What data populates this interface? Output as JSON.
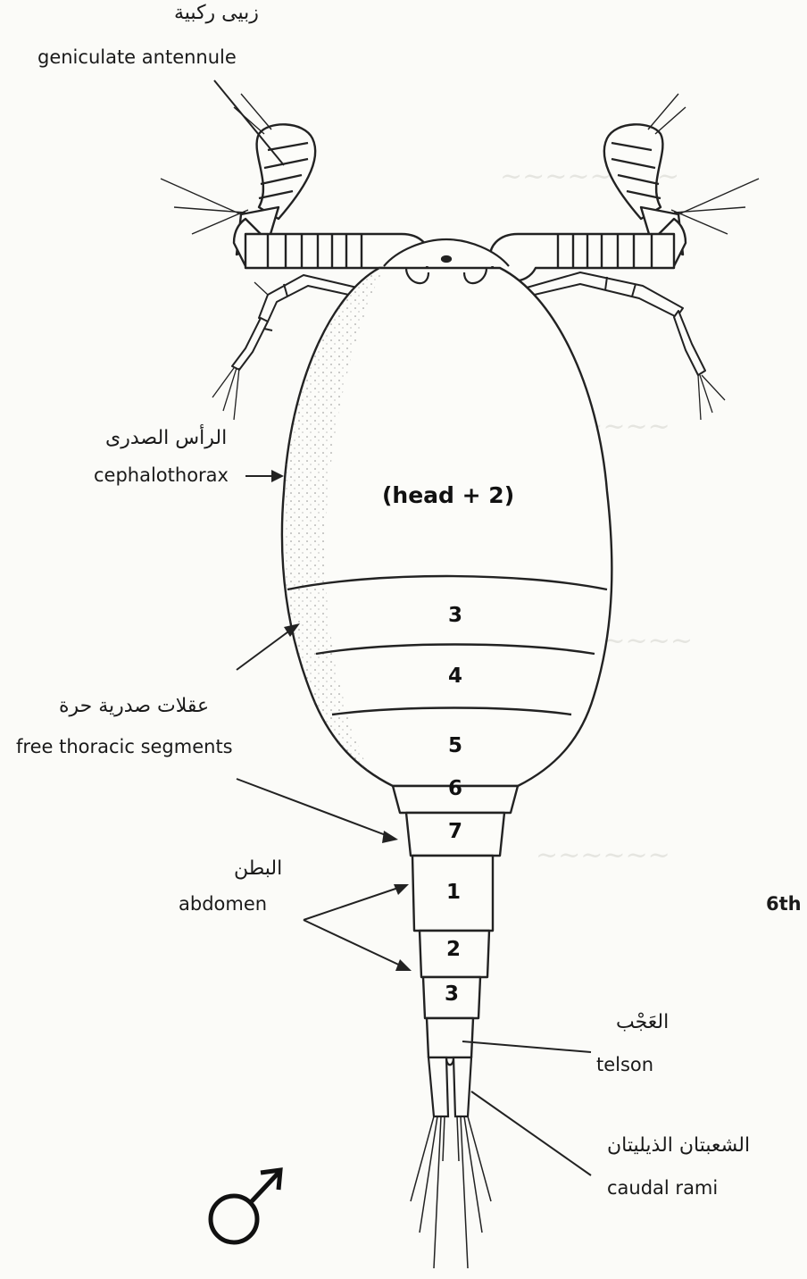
{
  "labels": {
    "antennule_ar": "زبيى ركبية",
    "antennule_en": "geniculate antennule",
    "cephalothorax_ar": "الرأس الصدرى",
    "cephalothorax_en": "cephalothorax",
    "free_thoracic_ar": "عقلات صدرية حرة",
    "free_thoracic_en": "free thoracic segments",
    "abdomen_ar": "البطن",
    "abdomen_en": "abdomen",
    "telson_ar": "العَجْب",
    "telson_en": "telson",
    "caudal_rami_ar": "الشعبتان الذيليتان",
    "caudal_rami_en": "caudal rami",
    "cut_off_text": "6th",
    "male_symbol": "♂"
  },
  "body_labels": {
    "head": "(head + 2)",
    "thoracic_segments": [
      "3",
      "4",
      "5",
      "6",
      "7"
    ],
    "abdominal_segments": [
      "1",
      "2",
      "3"
    ]
  }
}
